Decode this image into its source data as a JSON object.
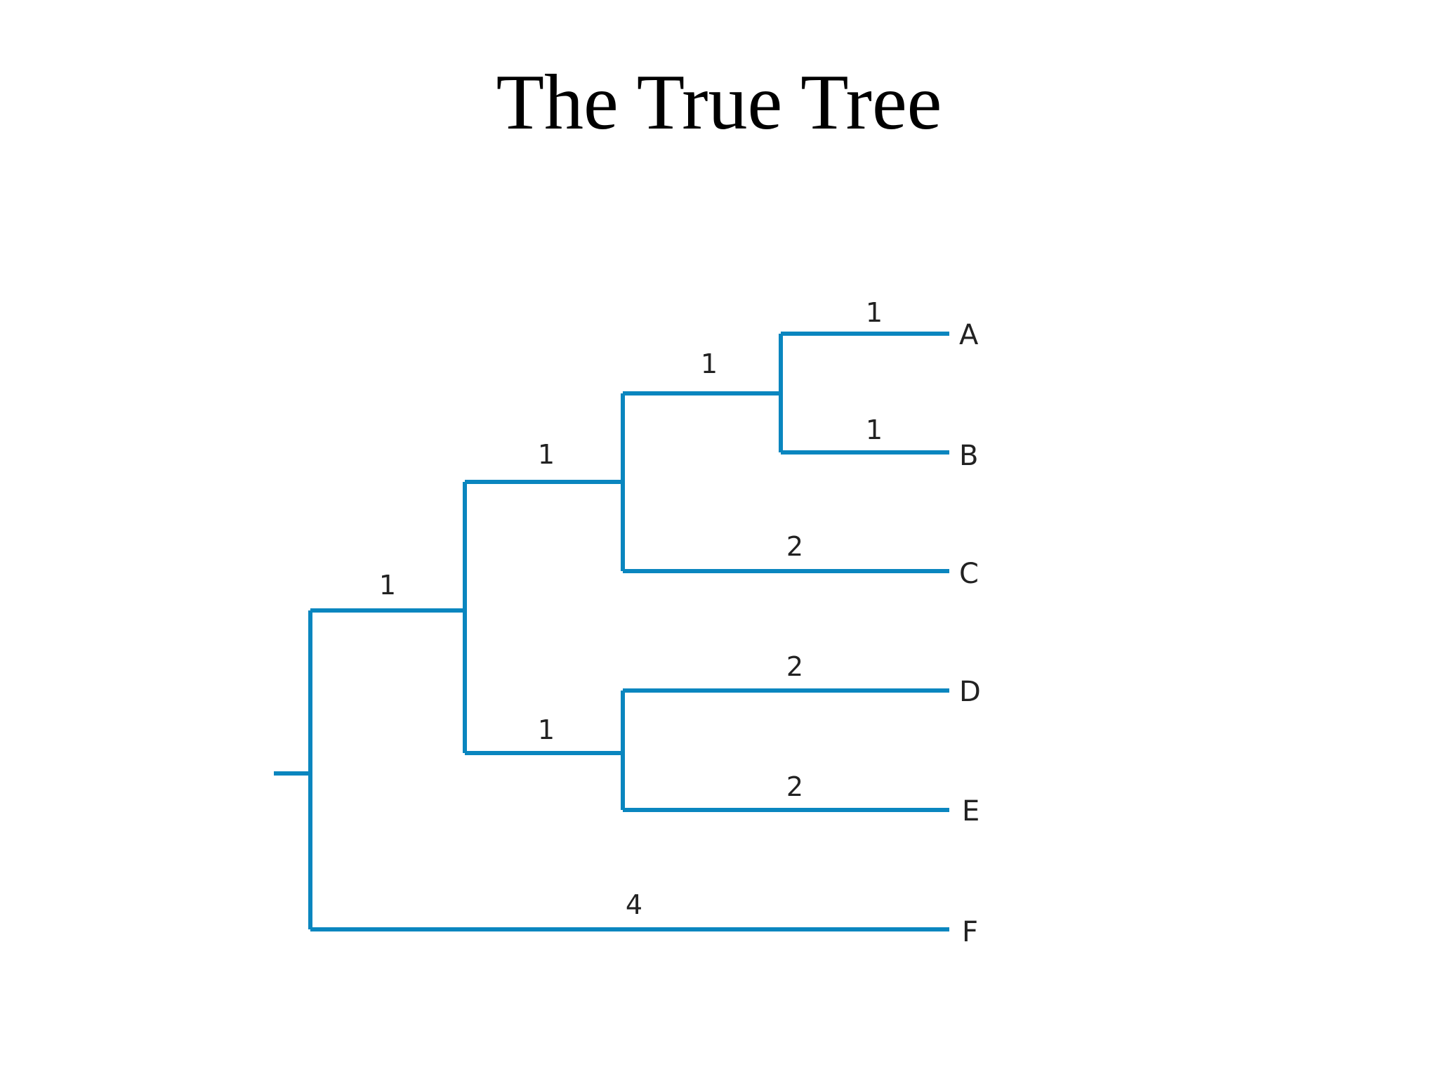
{
  "page": {
    "title": "The True Tree"
  },
  "tree": {
    "line_color": "#0A86BF",
    "leaves": [
      {
        "id": "A",
        "label": "A"
      },
      {
        "id": "B",
        "label": "B"
      },
      {
        "id": "C",
        "label": "C"
      },
      {
        "id": "D",
        "label": "D"
      },
      {
        "id": "E",
        "label": "E"
      },
      {
        "id": "F",
        "label": "F"
      }
    ],
    "branch_lengths": {
      "root_to_ABCDE": "1",
      "ABCDE_to_ABC": "1",
      "ABC_to_AB": "1",
      "AB_to_A": "1",
      "AB_to_B": "1",
      "ABC_to_C": "2",
      "ABCDE_to_DE": "1",
      "DE_to_D": "2",
      "DE_to_E": "2",
      "root_to_F": "4"
    }
  }
}
